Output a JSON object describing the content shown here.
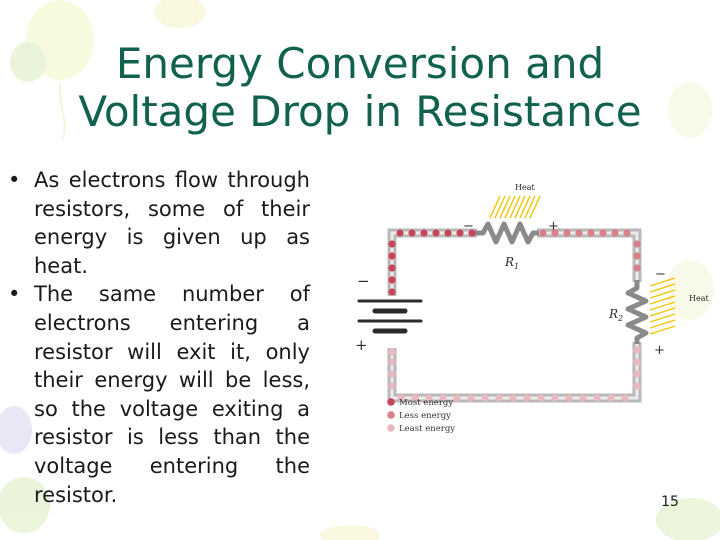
{
  "slide": {
    "title_line1": "Energy Conversion and",
    "title_line2": "Voltage Drop in Resistance",
    "bullet_marker": "•",
    "bullets": [
      "As electrons flow through resistors, some of their energy is given up as heat.",
      "The same number of electrons entering a resistor will exit it, only their energy will be less, so the voltage exiting a resistor is less than the voltage entering the resistor."
    ],
    "page_number": "15"
  },
  "diagram": {
    "heat_label_top": "Heat",
    "heat_label_right": "Heat",
    "r1_label": "R",
    "r1_sub": "1",
    "r2_label": "R",
    "r2_sub": "2",
    "minus_sign": "−",
    "plus_sign": "+",
    "legend": [
      "Most energy",
      "Less energy",
      "Least energy"
    ],
    "colors": {
      "most": "#c8465a",
      "less": "#d97f8a",
      "least": "#e9b9c0",
      "wire": "#b9b9b9",
      "heat": "#f2c400"
    }
  }
}
